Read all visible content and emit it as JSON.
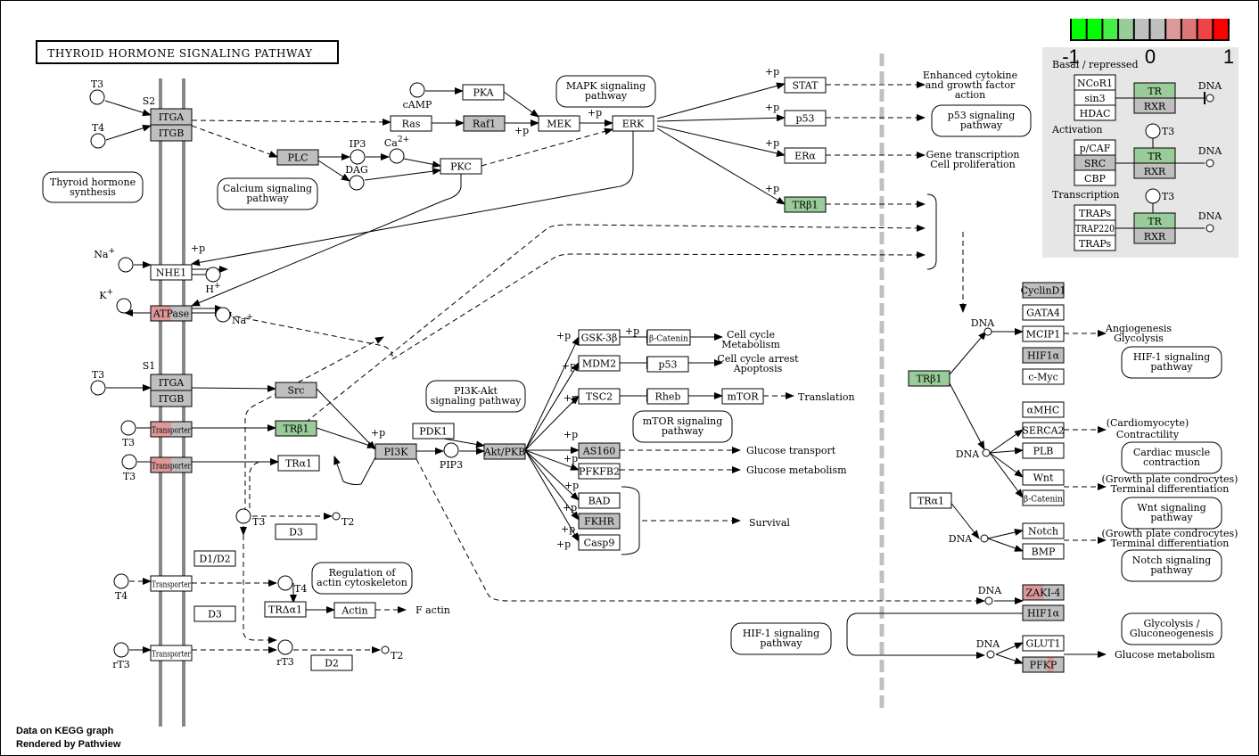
{
  "title": "THYROID HORMONE SIGNALING PATHWAY",
  "footer": {
    "line1": "Data on KEGG graph",
    "line2": "Rendered by Pathview"
  },
  "colors": {
    "grey": "#bfbfbf",
    "green": "#99cc99",
    "red": "#dd9999",
    "white": "#ffffff",
    "legend_bg": "#e6e6e6",
    "divider": "#c0c0c0",
    "membrane": "#888888"
  },
  "legend": {
    "scale_labels": [
      "-1",
      "0",
      "1"
    ],
    "scale_colors": [
      "#00ff00",
      "#00ff00",
      "#44ee44",
      "#99cc99",
      "#bfbfbf",
      "#bfbfbf",
      "#dd9999",
      "#dd7777",
      "#ee4444",
      "#ff0000"
    ],
    "sections": [
      {
        "label": "Basal / repressed",
        "corepressors": [
          "NCoR1",
          "sin3",
          "HDAC"
        ],
        "receptor": [
          "TR",
          "RXR"
        ],
        "dna": "DNA",
        "t3": ""
      },
      {
        "label": "Activation",
        "corepressors": [
          "p/CAF",
          "SRC",
          "CBP"
        ],
        "receptor": [
          "TR",
          "RXR"
        ],
        "dna": "DNA",
        "t3": "T3"
      },
      {
        "label": "Transcription",
        "corepressors": [
          "TRAPs",
          "TRAP220",
          "TRAPs"
        ],
        "receptor": [
          "TR",
          "RXR"
        ],
        "dna": "DNA",
        "t3": "T3"
      }
    ]
  },
  "nodes": [
    {
      "id": "itga1",
      "label": "ITGA",
      "color": "grey"
    },
    {
      "id": "itgb1",
      "label": "ITGB",
      "color": "grey"
    },
    {
      "id": "plc",
      "label": "PLC",
      "color": "grey"
    },
    {
      "id": "ras",
      "label": "Ras",
      "color": "white"
    },
    {
      "id": "raf1",
      "label": "Raf1",
      "color": "grey"
    },
    {
      "id": "pka",
      "label": "PKA",
      "color": "white"
    },
    {
      "id": "mek",
      "label": "MEK",
      "color": "white"
    },
    {
      "id": "erk",
      "label": "ERK",
      "color": "white"
    },
    {
      "id": "pkc",
      "label": "PKC",
      "color": "white"
    },
    {
      "id": "stat",
      "label": "STAT",
      "color": "white"
    },
    {
      "id": "p53a",
      "label": "p53",
      "color": "white"
    },
    {
      "id": "era",
      "label": "ERα",
      "color": "white"
    },
    {
      "id": "trb1a",
      "label": "TRβ1",
      "color": "green"
    },
    {
      "id": "nhe1",
      "label": "NHE1",
      "color": "white"
    },
    {
      "id": "atpase",
      "label": "ATPase",
      "color": "split"
    },
    {
      "id": "itga2",
      "label": "ITGA",
      "color": "grey"
    },
    {
      "id": "itgb2",
      "label": "ITGB",
      "color": "grey"
    },
    {
      "id": "src",
      "label": "Src",
      "color": "grey"
    },
    {
      "id": "trans1",
      "label": "Transporter",
      "color": "split"
    },
    {
      "id": "trb1b",
      "label": "TRβ1",
      "color": "green"
    },
    {
      "id": "trans2",
      "label": "Transporter",
      "color": "split"
    },
    {
      "id": "tra1a",
      "label": "TRα1",
      "color": "white"
    },
    {
      "id": "pi3k",
      "label": "PI3K",
      "color": "grey"
    },
    {
      "id": "pdk1",
      "label": "PDK1",
      "color": "white"
    },
    {
      "id": "akt",
      "label": "Akt/PKB",
      "color": "grey"
    },
    {
      "id": "gsk3b",
      "label": "GSK-3β",
      "color": "white"
    },
    {
      "id": "bcat1",
      "label": "β-Catenin",
      "color": "white"
    },
    {
      "id": "mdm2",
      "label": "MDM2",
      "color": "white"
    },
    {
      "id": "p53b",
      "label": "p53",
      "color": "white"
    },
    {
      "id": "tsc2",
      "label": "TSC2",
      "color": "white"
    },
    {
      "id": "rheb",
      "label": "Rheb",
      "color": "white"
    },
    {
      "id": "mtor",
      "label": "mTOR",
      "color": "white"
    },
    {
      "id": "as160",
      "label": "AS160",
      "color": "grey"
    },
    {
      "id": "pfkfb2",
      "label": "PFKFB2",
      "color": "white"
    },
    {
      "id": "bad",
      "label": "BAD",
      "color": "white"
    },
    {
      "id": "fkhr",
      "label": "FKHR",
      "color": "grey"
    },
    {
      "id": "casp9",
      "label": "Casp9",
      "color": "white"
    },
    {
      "id": "d3a",
      "label": "D3",
      "color": "white"
    },
    {
      "id": "d12",
      "label": "D1/D2",
      "color": "white"
    },
    {
      "id": "trans3",
      "label": "Transporter",
      "color": "white"
    },
    {
      "id": "d3b",
      "label": "D3",
      "color": "white"
    },
    {
      "id": "trda1",
      "label": "TRΔα1",
      "color": "white"
    },
    {
      "id": "actin",
      "label": "Actin",
      "color": "white"
    },
    {
      "id": "trans4",
      "label": "Transporter",
      "color": "white"
    },
    {
      "id": "d2",
      "label": "D2",
      "color": "white"
    },
    {
      "id": "trb1c",
      "label": "TRβ1",
      "color": "green"
    },
    {
      "id": "tra1b",
      "label": "TRα1",
      "color": "white"
    },
    {
      "id": "cyclind1",
      "label": "CyclinD1",
      "color": "grey"
    },
    {
      "id": "gata4",
      "label": "GATA4",
      "color": "white"
    },
    {
      "id": "mcip1",
      "label": "MCIP1",
      "color": "white"
    },
    {
      "id": "hif1a1",
      "label": "HIF1α",
      "color": "grey"
    },
    {
      "id": "cmyc",
      "label": "c-Myc",
      "color": "white"
    },
    {
      "id": "amhc",
      "label": "αMHC",
      "color": "white"
    },
    {
      "id": "serca2",
      "label": "SERCA2",
      "color": "white"
    },
    {
      "id": "plb",
      "label": "PLB",
      "color": "white"
    },
    {
      "id": "wnt",
      "label": "Wnt",
      "color": "white"
    },
    {
      "id": "bcat2",
      "label": "β-Catenin",
      "color": "white"
    },
    {
      "id": "notch",
      "label": "Notch",
      "color": "white"
    },
    {
      "id": "bmp",
      "label": "BMP",
      "color": "white"
    },
    {
      "id": "zaki4",
      "label": "ZAKI-4",
      "color": "split"
    },
    {
      "id": "hif1a2",
      "label": "HIF1α",
      "color": "grey"
    },
    {
      "id": "glut1",
      "label": "GLUT1",
      "color": "white"
    },
    {
      "id": "pfkp",
      "label": "PFKP",
      "color": "split2"
    }
  ],
  "maps": [
    {
      "id": "thsyn",
      "lines": [
        "Thyroid hormone",
        "synthesis"
      ]
    },
    {
      "id": "calcium",
      "lines": [
        "Calcium signaling",
        "pathway"
      ]
    },
    {
      "id": "mapk",
      "lines": [
        "MAPK signaling",
        "pathway"
      ]
    },
    {
      "id": "p53map",
      "lines": [
        "p53 signaling",
        "pathway"
      ]
    },
    {
      "id": "pi3kmap",
      "lines": [
        "PI3K-Akt",
        "signaling pathway"
      ]
    },
    {
      "id": "mtormap",
      "lines": [
        "mTOR signaling",
        "pathway"
      ]
    },
    {
      "id": "actinmap",
      "lines": [
        "Regulation of",
        "actin cytoskeleton"
      ]
    },
    {
      "id": "hif1map1",
      "lines": [
        "HIF-1 signaling",
        "pathway"
      ]
    },
    {
      "id": "hif1map2",
      "lines": [
        "HIF-1 signaling",
        "pathway"
      ]
    },
    {
      "id": "cardiac",
      "lines": [
        "Cardiac muscle",
        "contraction"
      ]
    },
    {
      "id": "wntmap",
      "lines": [
        "Wnt signaling",
        "pathway"
      ]
    },
    {
      "id": "notchmap",
      "lines": [
        "Notch signaling",
        "pathway"
      ]
    },
    {
      "id": "glyco",
      "lines": [
        "Glycolysis /",
        "Gluconeogenesis"
      ]
    }
  ],
  "compounds": [
    {
      "id": "t3a",
      "label": "T3"
    },
    {
      "id": "t4a",
      "label": "T4"
    },
    {
      "id": "camp",
      "label": "cAMP"
    },
    {
      "id": "ip3",
      "label": "IP3"
    },
    {
      "id": "dag",
      "label": "DAG"
    },
    {
      "id": "ca",
      "label": "Ca2+"
    },
    {
      "id": "na1",
      "label": "Na+"
    },
    {
      "id": "h",
      "label": "H+"
    },
    {
      "id": "k",
      "label": "K+"
    },
    {
      "id": "na2",
      "label": "Na+"
    },
    {
      "id": "t3b",
      "label": "T3"
    },
    {
      "id": "t3c",
      "label": "T3"
    },
    {
      "id": "t3d",
      "label": "T3"
    },
    {
      "id": "t3e",
      "label": "T3"
    },
    {
      "id": "pip3",
      "label": "PIP3"
    },
    {
      "id": "t2a",
      "label": "T2"
    },
    {
      "id": "t4b",
      "label": "T4"
    },
    {
      "id": "t4c",
      "label": "T4"
    },
    {
      "id": "rt3a",
      "label": "rT3"
    },
    {
      "id": "rt3b",
      "label": "rT3"
    },
    {
      "id": "t2b",
      "label": "T2"
    }
  ],
  "texts": {
    "s2": "S2",
    "s1": "S1",
    "plus_p": "+p",
    "enhanced": [
      "Enhanced cytokine",
      "and growth factor",
      "action"
    ],
    "gene_tx": [
      "Gene transcription",
      "Cell proliferation"
    ],
    "cellcycle1": [
      "Cell cycle",
      "Metabolism"
    ],
    "cellcycle2": [
      "Cell cycle arrest",
      "Apoptosis"
    ],
    "translation": "Translation",
    "glucose_transport": "Glucose transport",
    "glucose_metab1": "Glucose metabolism",
    "survival": "Survival",
    "f_actin": "F actin",
    "angio": [
      "Angiogenesis",
      "Glycolysis"
    ],
    "cardio": [
      "(Cardiomyocyte)",
      "Contractility"
    ],
    "growth1": [
      "(Growth plate condrocytes)",
      "Terminal differentiation"
    ],
    "growth2": [
      "(Growth plate condrocytes)",
      "Terminal differentiation"
    ],
    "glucose_metab2": "Glucose metabolism",
    "dna": "DNA"
  }
}
